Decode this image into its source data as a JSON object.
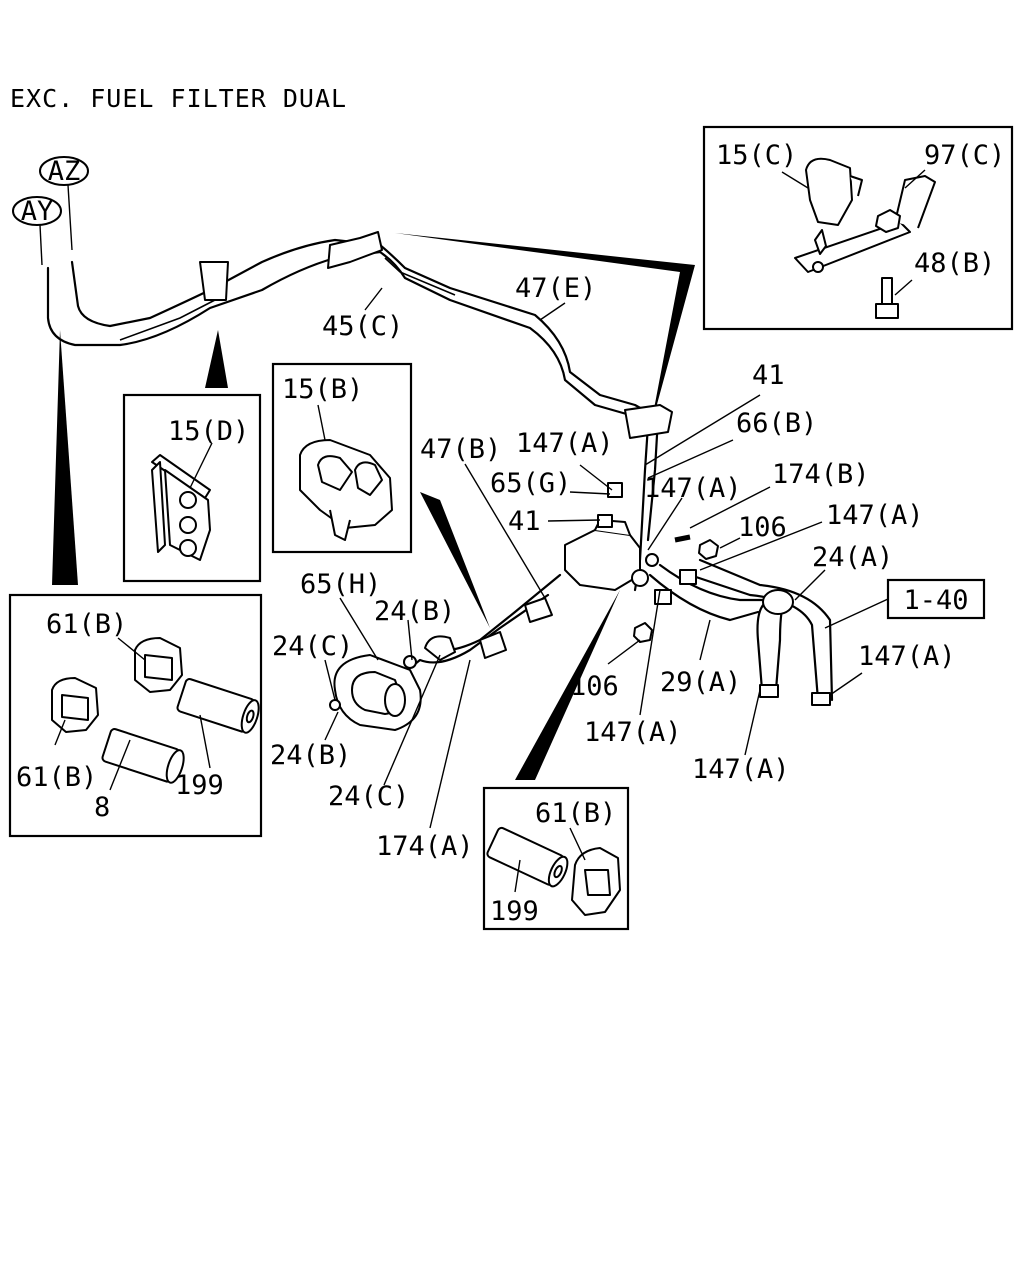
{
  "title": "EXC. FUEL FILTER DUAL",
  "connectors": {
    "ay": "AY",
    "az": "AZ"
  },
  "reference": "1-40",
  "labels": {
    "l_15c": "15(C)",
    "l_97c": "97(C)",
    "l_48b": "48(B)",
    "l_47e": "47(E)",
    "l_45c": "45(C)",
    "l_15d": "15(D)",
    "l_15b": "15(B)",
    "l_41a": "41",
    "l_66b": "66(B)",
    "l_47b": "47(B)",
    "l_147a_1": "147(A)",
    "l_65g": "65(G)",
    "l_147a_2": "147(A)",
    "l_174b": "174(B)",
    "l_41b": "41",
    "l_106a": "106",
    "l_147a_3": "147(A)",
    "l_24a": "24(A)",
    "l_65h": "65(H)",
    "l_24b_1": "24(B)",
    "l_24c_1": "24(C)",
    "l_24b_2": "24(B)",
    "l_24c_2": "24(C)",
    "l_174a": "174(A)",
    "l_106b": "106",
    "l_29a": "29(A)",
    "l_147a_4": "147(A)",
    "l_147a_5": "147(A)",
    "l_147a_6": "147(A)",
    "l_61b_1": "61(B)",
    "l_61b_2": "61(B)",
    "l_8": "8",
    "l_199a": "199",
    "l_61b_3": "61(B)",
    "l_199b": "199"
  }
}
